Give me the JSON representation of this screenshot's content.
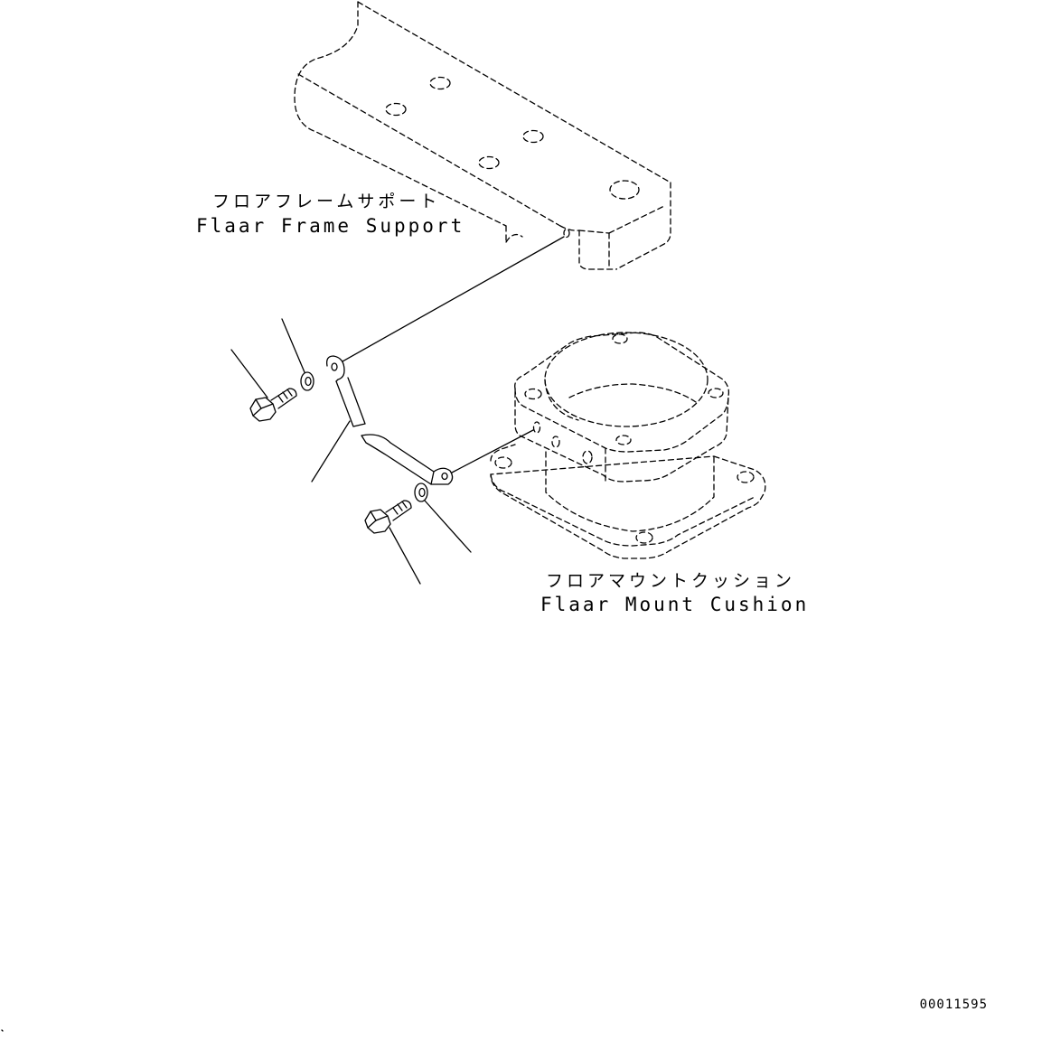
{
  "labels": {
    "floor_frame_support_jp": "フロアフレームサポート",
    "floor_frame_support_en": "Flaar Frame Support",
    "floor_mount_cushion_jp": "フロアマウントクッション",
    "floor_mount_cushion_en": "Flaar Mount Cushion"
  },
  "drawing_number": "00011595",
  "colors": {
    "line": "#000000",
    "background": "#ffffff"
  }
}
